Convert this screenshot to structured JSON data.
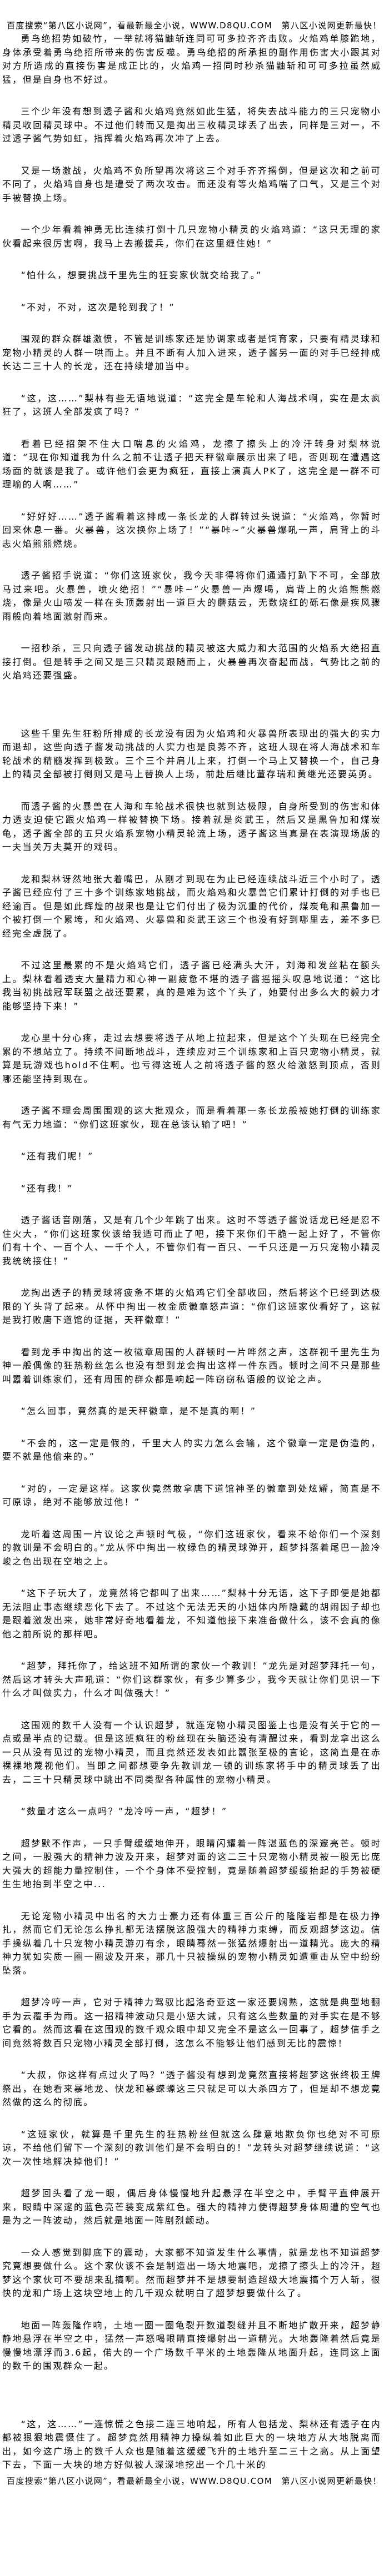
{
  "banner": "百度搜索“第八区小说网”，看最新最全小说，WWW.D8QU.COM　第八区小说网更新最快！",
  "paragraphs": [
    "勇鸟绝招势如破竹，一举就将猫鼬斩连同可可多拉齐齐击败。火焰鸡单膝跪地，身体承受着勇鸟绝招所带来的伤害反噬。勇鸟绝招的所承担的副作用伤害大小跟其对对方所造成的直接伤害是成正比的，火焰鸡一招同时秒杀猫鼬斩和可可多拉虽然威猛，但是自身也不好过。",
    "三个少年没有想到透子酱和火焰鸡竟然如此生猛，将失去战斗能力的三只宠物小精灵收回精灵球中。不过他们转而又是掏出三枚精灵球丢了出去，同样是三对一，不过透子酱气势如虹，指挥着火焰鸡再次冲了上去。",
    "又是一场激战，火焰鸡不负所望再次将这三个对手齐齐撂倒，但是这次和之前可不同了，火焰鸡自身也是遭受了两次攻击。而还没有等火焰鸡喘了口气，又是三个对手被替换上场。",
    "一个少年看着神勇无比连续打倒十几只宠物小精灵的火焰鸡道：“这只无理的家伙看起来很厉害啊，我马上去搬援兵，你们在这里缠住她！”",
    "“怕什么，想要挑战千里先生的狂妄家伙就交给我了。”",
    "“不对，不对，这次是轮到我了！”",
    "围观的群众群雄激愤，不管是训练家还是协调家或者是饲育家，只要有精灵球和宠物小精灵的人群一哄而上。并且不断有人加入进来，透子酱另一面的对手已经排成长达二三十人的长龙，还在持续增加当中。",
    "“这，这……”梨林有些无语地说道：“这完全是车轮和人海战术啊，实在是太疯狂了，这班人全部发疯了吗？”",
    "看着已经招架不住大口喘息的火焰鸡，龙擦了擦头上的冷汗转身对梨林说道：“现在你知道我为什么之前不让透子把天秤徽章展示出来了吧，否则现在遭遇这场面的就该是我了。或许他们会更为疯狂，直接上演真人PK了，这完全是一群不可理喻的人啊……”",
    "“好好好……”透子酱看着这排成一条长龙的人群转过头说道：“火焰鸡，你暂时回来休息一番。火暴兽，这次换你上场了！”“暴咔~”火暴兽爆吼一声，肩背上的斗志火焰熊熊燃烧。",
    "透子酱招手说道：“你们这班家伙，我今天非得将你们通通打趴下不可，全部放马过来吧。火暴兽，喷火绝招！”“暴咔~”火暴兽一声爆喝，肩背上的火焰熊熊燃烧，像是火山喷发一样在头顶轰射出一道巨大的蘑菇云，无数烧红的砾石像是疾风骤雨般向着地面激射而来。",
    "一招秒杀，三只向透子酱发动挑战的精灵被这大威力和大范围的火焰系大绝招直接打倒。但是转手之间又是三只精灵跟随而上，火暴兽再次奋起而战，气势比之前的火焰鸡还要强盛。",
    "这些千里先生狂粉所排成的长龙没有因为火焰鸡和火暴兽所表现出的强大的实力而退却，这些向透子酱发动挑战的人实力也是良莠不齐，这班人现在将人海战术和车轮战术的精髓发挥到极致。三个三个并肩儿上来，打倒一个马上又替换一个，自己身上的精灵全部被打倒则又是马上替换人上场，前赴后继比董存瑞和黄继光还要英勇。",
    "而透子酱的火暴兽在人海和车轮战术很快也就到达极限，自身所受到的伤害和体力透支迫使它跟火焰鸡一样被替换下场。接着就是炎武王，然后又是黑鲁加和煤炭龟，透子酱全部的五只火焰系宠物小精灵轮流上场，透子酱这当真是在表演现场版的一夫当关万夫莫开的戏码。",
    "龙和梨林讶然地张大着嘴巴，从刚才到现在为止已经连续战斗近三个小时了，透子酱已经应付了三十多个训练家地挑战，而火焰鸡和火暴兽它们累计打倒的对手也已经逾百。但是如此辉煌的战果也是让它们付出了极为沉重的代价，煤炭龟和黑鲁加一个被打倒一个累垮，和火焰鸡、火暴兽和炎武王这三个也没有好到哪里去，差不多已经完全虚脱了。",
    "不过这里最累的不是火焰鸡它们，透子酱已经满头大汗，刘海和发丝粘在额头上。梨林看着透支大量精力和心神一副疲惫不堪的透子酱摇摇头叹息地说道：“这比我当初挑战冠军联盟之战还要累，真的是难为这个丫头了，她要付出多么大的毅力才能够坚持下来！”",
    "龙心里十分心疼，走过去想要将透子从地上拉起来，但是这个丫头现在已经完全累的不想站立了。持续不间断地战斗，连续应对三个训练家和上百只宠物小精灵，就算是玩游戏也hold不住啊。也亏得这班人之前将透子酱的怒火给激怒到顶点，否则哪还能坚持到现在。",
    "透子酱不理会周围围观的这大批观众，而是看着那一条长龙般被她打倒的训练家有气无力地道：“你们这班家伙，现在总该认输了吧！”",
    "“还有我们呢！”",
    "“还有我！”",
    "透子酱话音刚落，又是有几个少年跳了出来。这时不等透子酱说话龙已经是忍不住火大，“你们这班家伙该给我适可而止了吧，接下来你们干脆一起上好了，不管你们有十个、一百个人、一千个人，不管你们有一百只、一千只还是一万只宠物小精灵我统统接住！”",
    "龙掏出透子的精灵球将疲惫不堪的火焰鸡它们全部收回，然后将这个已经到达极限的丫头背了起来。从怀中掏出一枚金质徽章怒声道：“你们这班家伙看好了，这就是我打败唐下道馆的证据，天秤徽章！”",
    "看到龙手中掏出的这一枚徽章周围的人群顿时一片哗然之声，这群视千里先生为神一般偶像的狂热粉丝怎么也没有想到龙会掏出这样一件东西。顿时之间不只是那些叫嚣着训练家们，还有周围的群众都是响起一阵窃窃私语般的议论之声。",
    "“怎么回事，竟然真的是天秤徽章，是不是真的啊！”",
    "“不会的，这一定是假的，千里大人的实力怎么会输，这个徽章一定是伪造的，要不就是他偷来的。”",
    "“对的，一定是这样。这家伙竟然敢拿唐下道馆神圣的徽章到处炫耀，简直是不可原谅，绝对不能够放过他！”",
    "龙听着这周围一片议论之声顿时气极，“你们这班家伙，看来不给你们一个深刻的教训是不会明白的。”龙从怀中掏出一枚绿色的精灵球弹开，超梦抖落着尾巴一脸冷峻之色出现在空地之上。",
    "“这下子玩大了，龙竟然将它都叫了出来……”梨林十分无语，这下子即便是她都无法阻止事态继续恶化下去了。不过这个无法无天的小妞体内所隐藏的胡闹因子却也是跟着激发出来，她非常好奇地看着龙，不知道他接下来准备做什么，该不会真的像他之前所说的那样吧。",
    "“超梦，拜托你了，给这班不知所谓的家伙一个教训！”龙先是对超梦拜托一句，然后这才转头大声吼道：“你们这群家伙，有多少算多少，我今天就让你们见识一下什么才叫做实力，什么才叫做强大！”",
    "这围观的数千人没有一个认识超梦，就连宠物小精灵图鉴上也是没有关于它的一点或是半点的记载。但是这班疯狂的粉丝现在头脑还没有清醒过来，看到龙拿出这么一只从没有见过的宠物小精灵，而且竟然还发表如此嚣张至极的言论，这简直是在赤裸裸地蔑视他们。当即之间都想要争先教训龙一顿的训练家将手中的精灵球丢了出去，二三十只精灵球中跳出不同类型各种属性的宠物小精灵。",
    "“数量才这么一点吗？”龙冷哼一声，“超梦！”",
    "超梦默不作声，一只手臂缓缓地伸开，眼睛闪耀着一阵湛蓝色的深邃亮芒。顿时之间，一股强大的精神力波及开来，超梦对面的这二三十只宠物小精灵被一股无比庞大强大的超能力量控制住，一个个身体不受控制，竟是随着超梦缓缓抬起的手势被硬生生地抬到半空之中...",
    "无论宠物小精灵中出名的大力士豪力还有体重三百公斤的隆隆岩都是在极力挣扎，然而它们无论怎么挣扎都无法摆脱这股强大的精神力束缚，而反观超梦这边。信手操纵着几十只宠物小精灵游刃有余，眼睛蓦然一张猛然爆射出一道精光。庞大的精神力犹如实质一圈一圈波及开来，那几十只被操纵的宠物小精灵如遭重击从空中纷纷坠落。",
    "超梦冷哼一声，它对于精神力驾驭比起洛奇亚这一家还要娴熟，这就是典型地翻手为云覆手为雨。这一招精神波动只是小惩大诫，只有这么些数量的对手实在是不够它看的。然而这看在这围观的数千观众眼中却又完全不是这么一回事了，超梦信手之间竟然将数百只宠物小精灵全部打倒，这怎么不能够让他们感到无比的震惊！",
    "“大叔，你这样有点过火了吗？”透子酱没有想到龙竟然直接将超梦这张终极王牌祭出，在她看来暴地龙、快龙和暴蝾螈这三只就足可以大杀四方了，但是却不想龙竟然做的这么的彻底。",
    "“这班家伙，就算是千里先生的狂热粉丝但就这么肆意地欺负你也绝对不可原谅，不给他们留下一个深刻的教训他们是不会明白的！”龙转头对超梦继续说道：“这次一次性地解决掉他们！”",
    "超梦回头看了龙一眼，偶后身体慢慢地升起悬浮在半空之中，手臂平直伸展开来，眼睛中深邃的蓝色亮芒装变成紫红色。强大的精神力使得超梦身体周遭的空气也是为之一阵波动，然后就是地面一阵剧烈颤动。",
    "一众人感觉到脚底下的震动，大家都不知道发生什么事情，就是龙也不知道超梦究竟想要做什么。这个家伙该不会是制造出一场大地震吧，龙擦了擦头上的冷汗，超梦这个家伙可不要胡来乱搞啊。然而超梦并不是想要制造超级大地震搞个万人斩，很快的龙和广场上这块空地上的几千观众就明白了超梦想要做什么了。",
    "地面一阵轰隆作响，土地一圈一圈龟裂开数道裂缝并且不断地扩散开来，超梦静静地悬浮在半空之中，猛然一声怒喝眼睛直接爆射出一道精光。大地轰隆着然后竟是慢慢地漂浮而3.6起，偌大的一个广场数千平米的土地轰隆从地面升起，连同这上面的数千的围观群众一起。",
    "“这，这……”一连惊慌之色接二连三地响起，所有人包括龙、梨林还有透子在内都被狠狠地震慑住了。超梦竟然用精神力操纵着如此巨大的一块地方从大地脱离而出，如今这广场上的数千人众也是随着这缓缓飞升的土地升至二三十之高。从上面望下去，下面一大块的地方好似被人深深地挖出一个几十米的"
  ]
}
